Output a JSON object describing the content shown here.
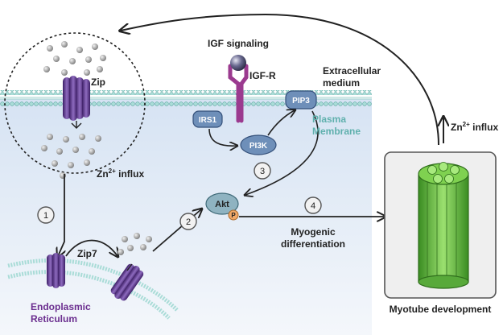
{
  "labels": {
    "igf_signaling": "IGF signaling",
    "igf_r": "IGF-R",
    "zip": "Zip",
    "zip7": "Zip7",
    "extracellular_line1": "Extracellular",
    "extracellular_line2": "medium",
    "plasma_line1": "Plasma",
    "plasma_line2": "Membrane",
    "irs1": "IRS1",
    "pi3k": "PI3K",
    "pip3": "PIP3",
    "akt": "Akt",
    "phospho": "P",
    "zn_influx_left": "Zn",
    "zn_influx_right": "Zn",
    "superscript": "2+",
    "influx_word": " influx",
    "er_line1": "Endoplasmic",
    "er_line2": "Reticulum",
    "myogenic_line1": "Myogenic",
    "myogenic_line2": "differentiation",
    "myotube": "Myotube development"
  },
  "steps": [
    "1",
    "2",
    "3",
    "4"
  ],
  "colors": {
    "cytoplasm": "#e4ecf6",
    "membrane_teal": "#7fc4be",
    "transporter_purple": "#6b3f97",
    "receptor_magenta": "#9b3a8f",
    "node_blue": "#6e8fb9",
    "akt_teal": "#8fb3c1",
    "phospho_orange": "#f0a868",
    "plasma_text": "#5fb0ad",
    "er_text": "#6b2e8f",
    "myotube_green": "#6cc04a"
  }
}
